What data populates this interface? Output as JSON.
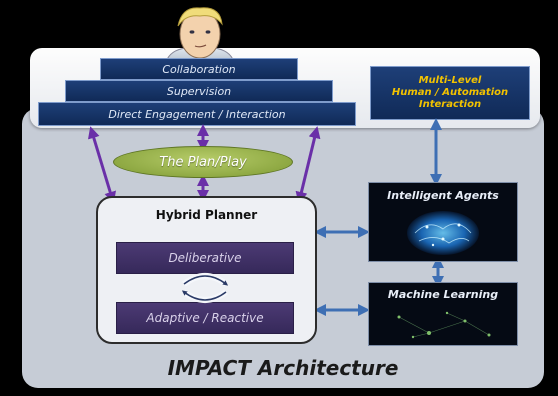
{
  "figure": {
    "pyramid": [
      "Collaboration",
      "Supervision",
      "Direct Engagement / Interaction"
    ],
    "multi_level": {
      "line1": "Multi-Level",
      "line2": "Human / Automation",
      "line3": "Interaction"
    },
    "plan_play": "The Plan/Play",
    "hybrid_planner": {
      "title": "Hybrid Planner",
      "deliberative": "Deliberative",
      "adaptive": "Adaptive / Reactive"
    },
    "intelligent_agents": "Intelligent Agents",
    "machine_learning": "Machine Learning",
    "footer": "IMPACT Architecture"
  },
  "colors": {
    "arrow_purple": "#6a2fa8",
    "arrow_blue": "#3e6fb4",
    "gold_text": "#f2c200",
    "step_blue": "#1e3f78",
    "module_purple": "#4c3a74",
    "plan_green": "#9ab44c"
  },
  "icons": [
    "person-avatar-icon",
    "cycle-arrows-icon",
    "neural-brain-icon",
    "network-graph-icon"
  ]
}
